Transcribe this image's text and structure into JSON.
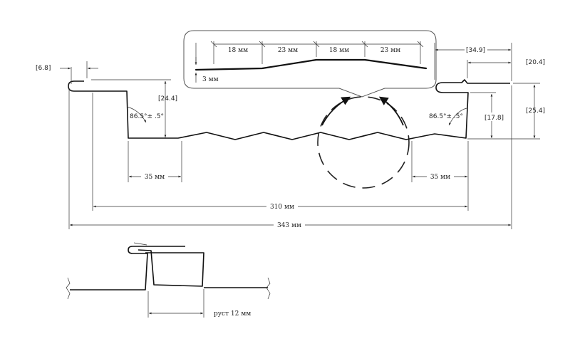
{
  "detail": {
    "segments": [
      "18 мм",
      "23 мм",
      "18 мм",
      "23 мм"
    ],
    "depth": "3 мм"
  },
  "main": {
    "lock_gap": "[6.8]",
    "left_height": "[24.4]",
    "left_angle": "86.5°± .5°",
    "right_angle": "86.5°± .5°",
    "right_width_outer": "[34.9]",
    "right_width_inner": "[20.4]",
    "right_height_total": "[25.4]",
    "right_height_inner": "[17.8]",
    "left_flat": "35 мм",
    "right_flat": "35 мм",
    "exposure": "310 мм",
    "overall": "343 мм"
  },
  "joint": {
    "reveal": "руст 12 мм"
  }
}
